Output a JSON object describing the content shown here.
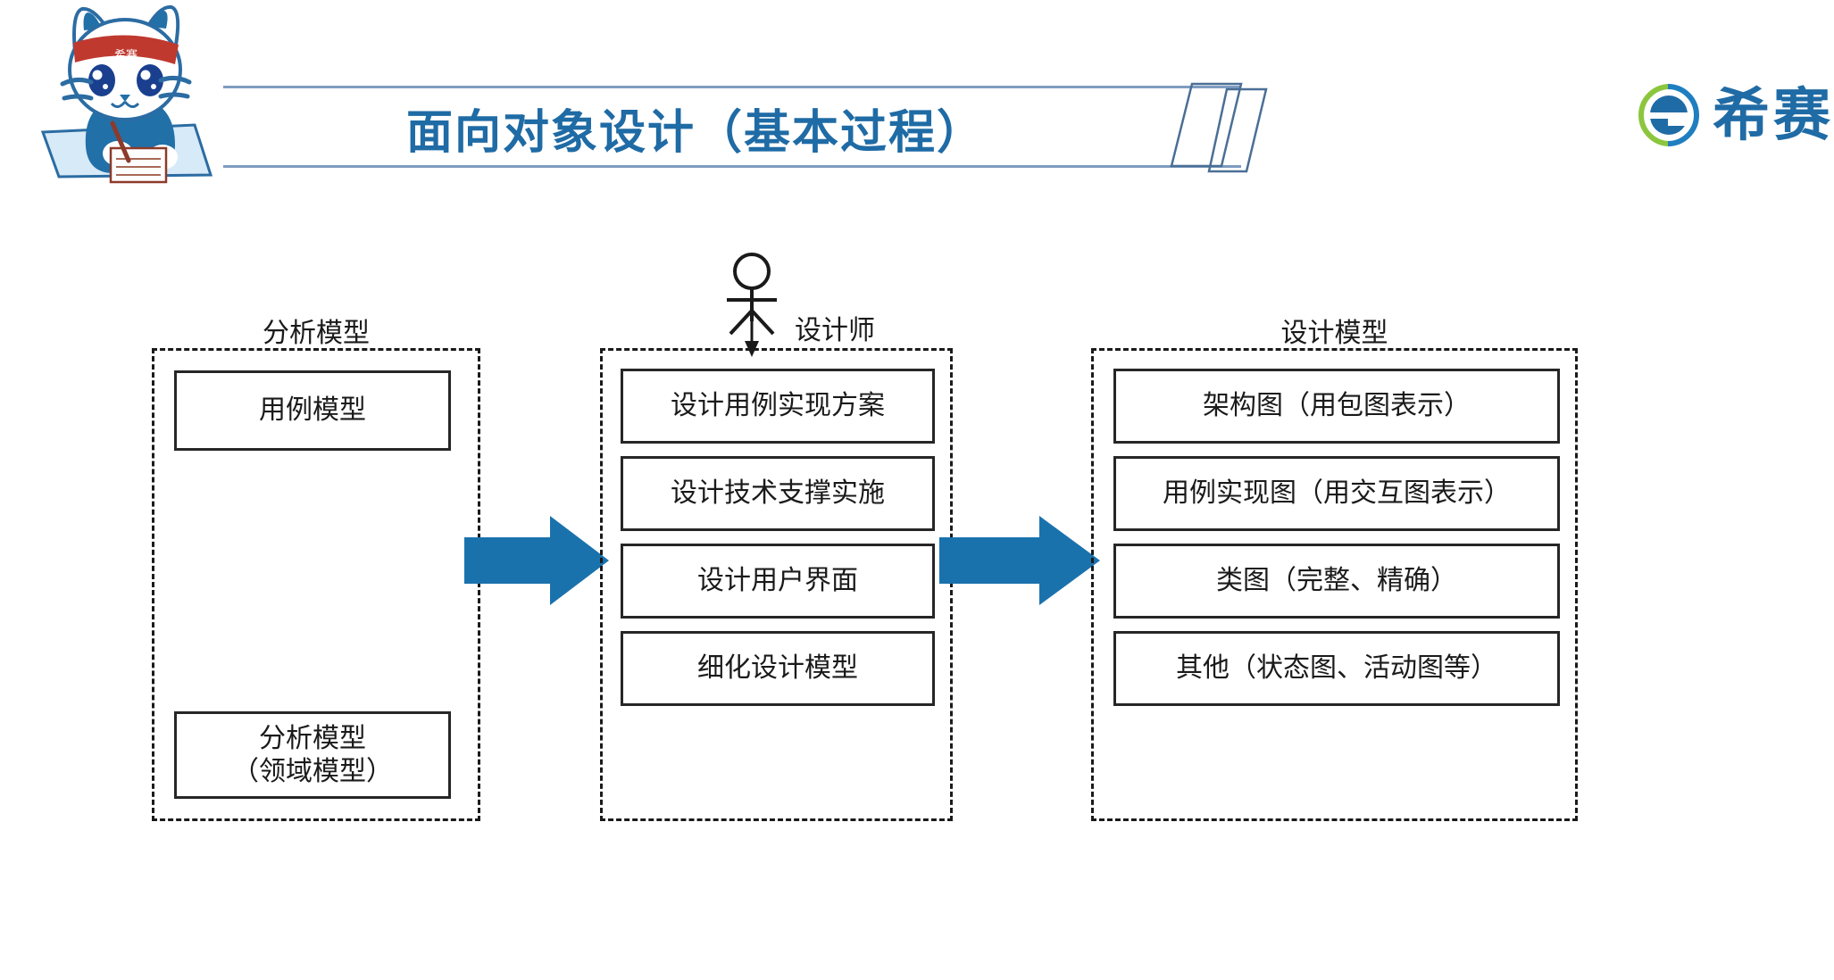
{
  "header": {
    "title": "面向对象设计（基本过程）",
    "brand_name": "希赛",
    "brand_mark_icon": "e-circle-logo-icon",
    "mascot_icon": "cat-mascot-writing-icon",
    "title_color": "#1f6ba5",
    "banner_line_color": "#7f9cc0"
  },
  "diagram": {
    "actor": {
      "icon": "actor-stick-figure-icon",
      "label": "设计师"
    },
    "arrow_color": "#1a72ad",
    "arrows": [
      {
        "name": "arrow-analysis-to-design-activities",
        "icon": "right-block-arrow-icon"
      },
      {
        "name": "arrow-design-activities-to-design-model",
        "icon": "right-block-arrow-icon"
      }
    ],
    "columns": [
      {
        "id": "analysis-model",
        "header": "分析模型",
        "items": [
          {
            "label": "用例模型"
          },
          {
            "label": "分析模型\n（领域模型）"
          }
        ]
      },
      {
        "id": "design-activities",
        "header": "",
        "items": [
          {
            "label": "设计用例实现方案"
          },
          {
            "label": "设计技术支撑实施"
          },
          {
            "label": "设计用户界面"
          },
          {
            "label": "细化设计模型"
          }
        ]
      },
      {
        "id": "design-model",
        "header": "设计模型",
        "items": [
          {
            "label": "架构图（用包图表示）"
          },
          {
            "label": "用例实现图（用交互图表示）"
          },
          {
            "label": "类图（完整、精确）"
          },
          {
            "label": "其他（状态图、活动图等）"
          }
        ]
      }
    ]
  }
}
